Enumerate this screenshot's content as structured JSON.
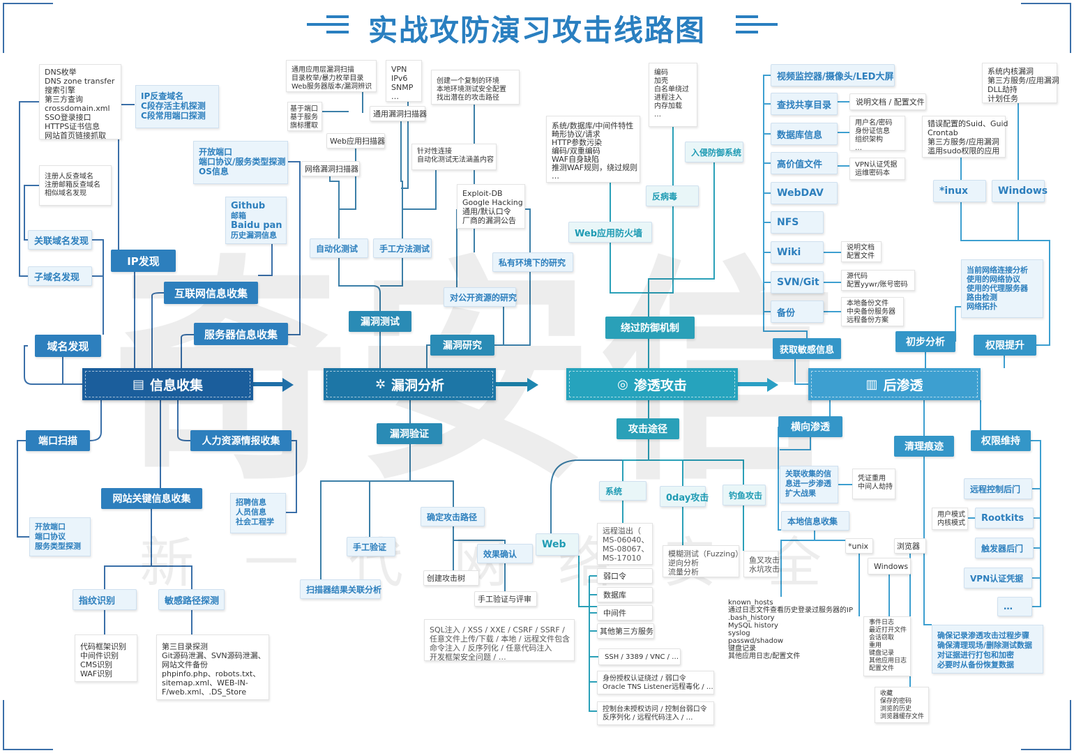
{
  "title": "实战攻防演习攻击线路图",
  "watermark": "奇安信",
  "watermark_sub": "新一代网络安全",
  "hubs": {
    "info": "信息收集",
    "vuln": "漏洞分析",
    "pen": "渗透攻击",
    "post": "后渗透"
  },
  "info": {
    "domain": "域名发现",
    "related_domain": "关联域名发现",
    "subdomain": "子域名发现",
    "ip": "IP发现",
    "internet": "互联网信息收集",
    "server": "服务器信息收集",
    "port_scan": "端口扫描",
    "hr": "人力资源情报收集",
    "website_key": "网站关键信息收集",
    "fingerprint": "指纹识别",
    "sensitive_path": "敏感路径探测",
    "dns_lines": [
      "DNS枚举",
      "DNS zone transfer",
      "搜索引擎",
      "第三方查询",
      "crossdomain.xml",
      "SSO登录接口",
      "HTTPS证书信息",
      "网站首页链接抓取"
    ],
    "reverse_lines": [
      "注册人反查域名",
      "注册邮箱反查域名",
      "相似域名发现"
    ],
    "ip_lines": [
      "IP反查域名",
      "C段存活主机探测",
      "C段常用端口探测"
    ],
    "open_port_lines": [
      "开放端口",
      "端口协议/服务类型探测",
      "OS信息"
    ],
    "github_lines": [
      "Github",
      "邮箱",
      "Baidu pan",
      "历史漏洞信息"
    ],
    "port_scan_lines": [
      "开放端口",
      "端口协议",
      "服务类型探测"
    ],
    "hr_lines": [
      "招聘信息",
      "人员信息",
      "社会工程学"
    ],
    "finger_lines": [
      "代码框架识别",
      "中间件识别",
      "CMS识别",
      "WAF识别"
    ],
    "path_lines": [
      "第三目录探测",
      "Git源码泄漏、SVN源码泄漏、",
      "网站文件备份",
      "phpinfo.php、robots.txt、",
      "sitemap.xml、WEB-IN-",
      "F/web.xml、.DS_Store"
    ]
  },
  "vuln": {
    "auto_test": "自动化测试",
    "manual_test": "手工方法测试",
    "vuln_test": "漏洞测试",
    "vuln_research": "漏洞研究",
    "private_research": "私有环境下的研究",
    "public_research": "对公开资源的研究",
    "vuln_verify": "漏洞验证",
    "manual_verify": "手工验证",
    "confirm_path": "确定攻击路径",
    "effect_confirm": "效果确认",
    "scanner_analysis": "扫描器结果关联分析",
    "web_scanner": "Web应用扫描器",
    "net_scanner": "网络漏洞扫描器",
    "general_scanner": "通用漏洞扫描器",
    "create_tree": "创建攻击树",
    "manual_review": "手工验证与评审",
    "scanner_lines": [
      "通用应用层漏洞扫描",
      "目录枚举/暴力枚举目录",
      "Web服务器版本/漏洞辨识"
    ],
    "vpn_lines": [
      "VPN",
      "IPv6",
      "SNMP",
      "…"
    ],
    "port_based_lines": [
      "基于端口",
      "基于服务",
      "旗标攫取"
    ],
    "env_lines": [
      "创建一个复制的环境",
      "本地环境测试安全配置",
      "找出潜在的攻击路径"
    ],
    "targeted_lines": [
      "针对性连接",
      "自动化测试无法涵盖内容"
    ],
    "exploit_lines": [
      "Exploit-DB",
      "Google Hacking",
      "通用/默认口令",
      "厂商的漏洞公告"
    ],
    "sql_lines": [
      "SQL注入 / XSS / XXE / CSRF / SSRF /",
      "任意文件上传/下载 / 本地 / 远程文件包含",
      "命令注入 / 反序列化 / 任意代码注入",
      "开发框架安全问题 / …"
    ]
  },
  "pen": {
    "bypass": "绕过防御机制",
    "waf": "Web应用防火墙",
    "antivirus": "反病毒",
    "ids": "入侵防御系统",
    "attack_path": "攻击途径",
    "system": "系统",
    "oday": "0day攻击",
    "phishing": "钓鱼攻击",
    "web": "Web",
    "weak_pwd": "弱口令",
    "database": "数据库",
    "middleware": "中间件",
    "third_party": "其他第三方服务",
    "waf_lines": [
      "系统/数据库/中间件特性",
      "畸形协议/请求",
      "HTTP参数污染",
      "编码/双重编码",
      "WAF自身缺陷",
      "推测WAF规则，绕过规则",
      "…"
    ],
    "encode_lines": [
      "编码",
      "加壳",
      "白名单绕过",
      "进程注入",
      "内存加载",
      "…"
    ],
    "remote_lines": [
      "远程溢出（",
      "MS-06040、",
      "MS-08067、",
      "MS-17010"
    ],
    "fuzz_lines": [
      "模糊测试（Fuzzing）",
      "逆向分析",
      "流量分析"
    ],
    "fork_lines": [
      "鱼叉攻击",
      "水坑攻击"
    ],
    "ssh_line": "SSH / 3389 / VNC / …",
    "auth_lines": [
      "身份授权认证绕过 / 弱口令",
      "Oracle TNS Listener远程毒化 / …"
    ],
    "console_lines": [
      "控制台未授权访问 / 控制台弱口令",
      "反序列化 / 远程代码注入 / …"
    ]
  },
  "post": {
    "sensitive": "获取敏感信息",
    "video": "视频监控器/摄像头/LED大屏",
    "share": "查找共享目录",
    "db_info": "数据库信息",
    "valuable": "高价值文件",
    "webdav": "WebDAV",
    "nfs": "NFS",
    "wiki": "Wiki",
    "svn": "SVN/Git",
    "backup": "备份",
    "share_desc": "说明文档 / 配置文件",
    "db_lines": [
      "用户名/密码",
      "身份证信息",
      "组织架构",
      "…"
    ],
    "vpn_lines": [
      "VPN认证凭据",
      "运维密码本"
    ],
    "wiki_lines": [
      "说明文档",
      "配置文件"
    ],
    "svn_lines": [
      "源代码",
      "配置yywr/账号密码"
    ],
    "backup_lines": [
      "本地备份文件",
      "中央备份服务器",
      "远程备份方案"
    ],
    "initial": "初步分析",
    "escalate": "权限提升",
    "inux": "*inux",
    "windows": "Windows",
    "kernel_lines": [
      "系统内核漏洞",
      "第三方服务/应用漏洞",
      "DLL劫持",
      "计划任务"
    ],
    "suid_lines": [
      "错误配置的Suid、Guid",
      "Crontab",
      "第三方服务/应用漏洞",
      "滥用sudo权限的应用"
    ],
    "analysis_lines": [
      "当前网络连接分析",
      "使用的网络协议",
      "使用的代理服务器",
      "路由检测",
      "网络拓扑"
    ],
    "lateral": "横向渗透",
    "cred_info": [
      "关联收集的信",
      "息进一步渗透",
      "扩大战果"
    ],
    "cred_reuse": [
      "凭证重用",
      "中间人劫持"
    ],
    "local_info": "本地信息收集",
    "unix": "*unix",
    "browser": "浏览器",
    "windows_small": "Windows",
    "hosts_lines": [
      "known_hosts",
      "通过日志文件查看历史登录过服务器的IP",
      ".bash_history",
      "MySQL history",
      "syslog",
      "passwd/shadow",
      "键盘记录",
      "其他应用日志/配置文件"
    ],
    "win_lines": [
      "事件日志",
      "最近打开文件",
      "会话窃取",
      "重用",
      "键盘记录",
      "其他应用日志",
      "配置文件"
    ],
    "browser_lines": [
      "收藏",
      "保存的密码",
      "浏览的历史",
      "浏览器缓存文件"
    ],
    "clean": "清理痕迹",
    "clean_lines": [
      "确保记录渗透攻击过程步骤",
      "确保清理现场/删除测试数据",
      "对证据进行打包和加密",
      "必要时从备份恢复数据"
    ],
    "persist": "权限维持",
    "remote_backdoor": "远程控制后门",
    "rootkits": "Rootkits",
    "trigger_backdoor": "触发器后门",
    "vpn_cred": "VPN认证凭据",
    "more": "…",
    "mode_lines": [
      "用户模式",
      "内核模式"
    ]
  },
  "colors": {
    "hub_info": "#1b5e9c",
    "hub_vuln": "#1d76a6",
    "hub_pen": "#26a3bd",
    "hub_post": "#3d9fd0",
    "line_info": "#3a6fa8",
    "line_vuln": "#3c7fa8",
    "line_pen": "#2aa0b8",
    "line_post": "#3d9fd0",
    "title": "#2a7fc0"
  }
}
